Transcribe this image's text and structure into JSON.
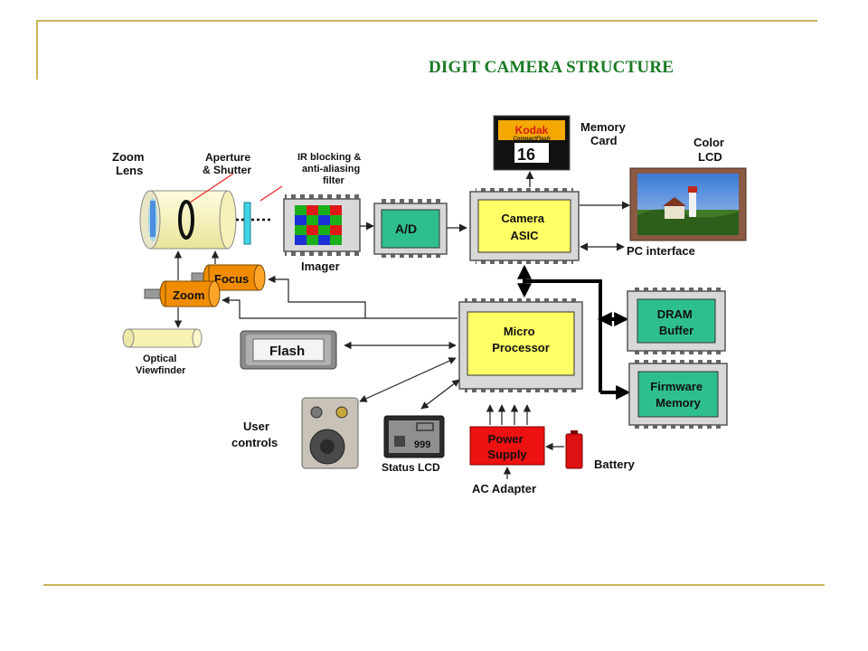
{
  "slide": {
    "title": "DIGIT CAMERA STRUCTURE",
    "accent_color": "#c9b458",
    "title_color": "#1a7a24"
  },
  "diagram": {
    "labels": {
      "zoom_lens": [
        "Zoom",
        "Lens"
      ],
      "aperture_shutter": [
        "Aperture",
        "& Shutter"
      ],
      "ir_filter": [
        "IR blocking &",
        "anti-aliasing",
        "filter"
      ],
      "memory_card": [
        "Memory",
        "Card"
      ],
      "color_lcd": [
        "Color",
        "LCD"
      ],
      "imager": "Imager",
      "pc_interface": "PC interface",
      "optical_viewfinder": [
        "Optical",
        "Viewfinder"
      ],
      "user_controls": [
        "User",
        "controls"
      ],
      "status_lcd": "Status LCD",
      "battery": "Battery",
      "ac_adapter": "AC Adapter"
    },
    "blocks": {
      "ad": "A/D",
      "camera_asic": [
        "Camera",
        "ASIC"
      ],
      "micro_processor": [
        "Micro",
        "Processor"
      ],
      "dram_buffer": [
        "DRAM",
        "Buffer"
      ],
      "firmware_memory": [
        "Firmware",
        "Memory"
      ],
      "power_supply": [
        "Power",
        "Supply"
      ],
      "focus": "Focus",
      "zoom": "Zoom",
      "flash": "Flash"
    },
    "memory_card": {
      "brand": "Kodak",
      "type": "CompactFlash",
      "capacity": "16"
    },
    "status_lcd_readout": "999",
    "colors": {
      "chip_fill": "#ffff66",
      "green_fill": "#2fbf8f",
      "orange": "#f08c00",
      "red": "#ee1111"
    }
  }
}
